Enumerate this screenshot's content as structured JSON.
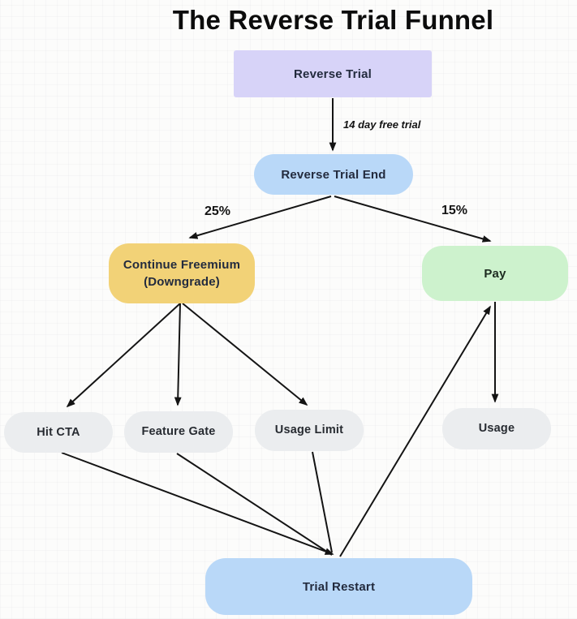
{
  "title": "The Reverse Trial Funnel",
  "nodes": {
    "reverse_trial": {
      "label": "Reverse Trial",
      "color": "#d7d3f8"
    },
    "reverse_trial_end": {
      "label": "Reverse Trial End",
      "color": "#b9d8f8"
    },
    "continue_freemium": {
      "label": "Continue Freemium\n(Downgrade)",
      "color": "#f2d277"
    },
    "pay": {
      "label": "Pay",
      "color": "#cdf2cd"
    },
    "hit_cta": {
      "label": "Hit CTA",
      "color": "#ebedef"
    },
    "feature_gate": {
      "label": "Feature Gate",
      "color": "#ebedef"
    },
    "usage_limit": {
      "label": "Usage Limit",
      "color": "#ebedef"
    },
    "usage": {
      "label": "Usage",
      "color": "#ebedef"
    },
    "trial_restart": {
      "label": "Trial Restart",
      "color": "#b9d8f8"
    }
  },
  "edge_labels": {
    "trial_length": "14 day free trial",
    "downgrade_percent": "25%",
    "pay_percent": "15%"
  },
  "edges": [
    {
      "from": "reverse_trial",
      "to": "reverse_trial_end",
      "label": "14 day free trial"
    },
    {
      "from": "reverse_trial_end",
      "to": "continue_freemium",
      "label": "25%"
    },
    {
      "from": "reverse_trial_end",
      "to": "pay",
      "label": "15%"
    },
    {
      "from": "continue_freemium",
      "to": "hit_cta",
      "label": ""
    },
    {
      "from": "continue_freemium",
      "to": "feature_gate",
      "label": ""
    },
    {
      "from": "continue_freemium",
      "to": "usage_limit",
      "label": ""
    },
    {
      "from": "pay",
      "to": "usage",
      "label": ""
    },
    {
      "from": "hit_cta",
      "to": "trial_restart",
      "label": ""
    },
    {
      "from": "feature_gate",
      "to": "trial_restart",
      "label": ""
    },
    {
      "from": "usage_limit",
      "to": "trial_restart",
      "label": ""
    },
    {
      "from": "trial_restart",
      "to": "pay",
      "label": ""
    }
  ],
  "colors": {
    "background": "#fcfcfb",
    "arrow": "#141414",
    "lavender": "#d7d3f8",
    "blue": "#b9d8f8",
    "yellow": "#f2d277",
    "green": "#cdf2cd",
    "gray": "#ebedef"
  }
}
